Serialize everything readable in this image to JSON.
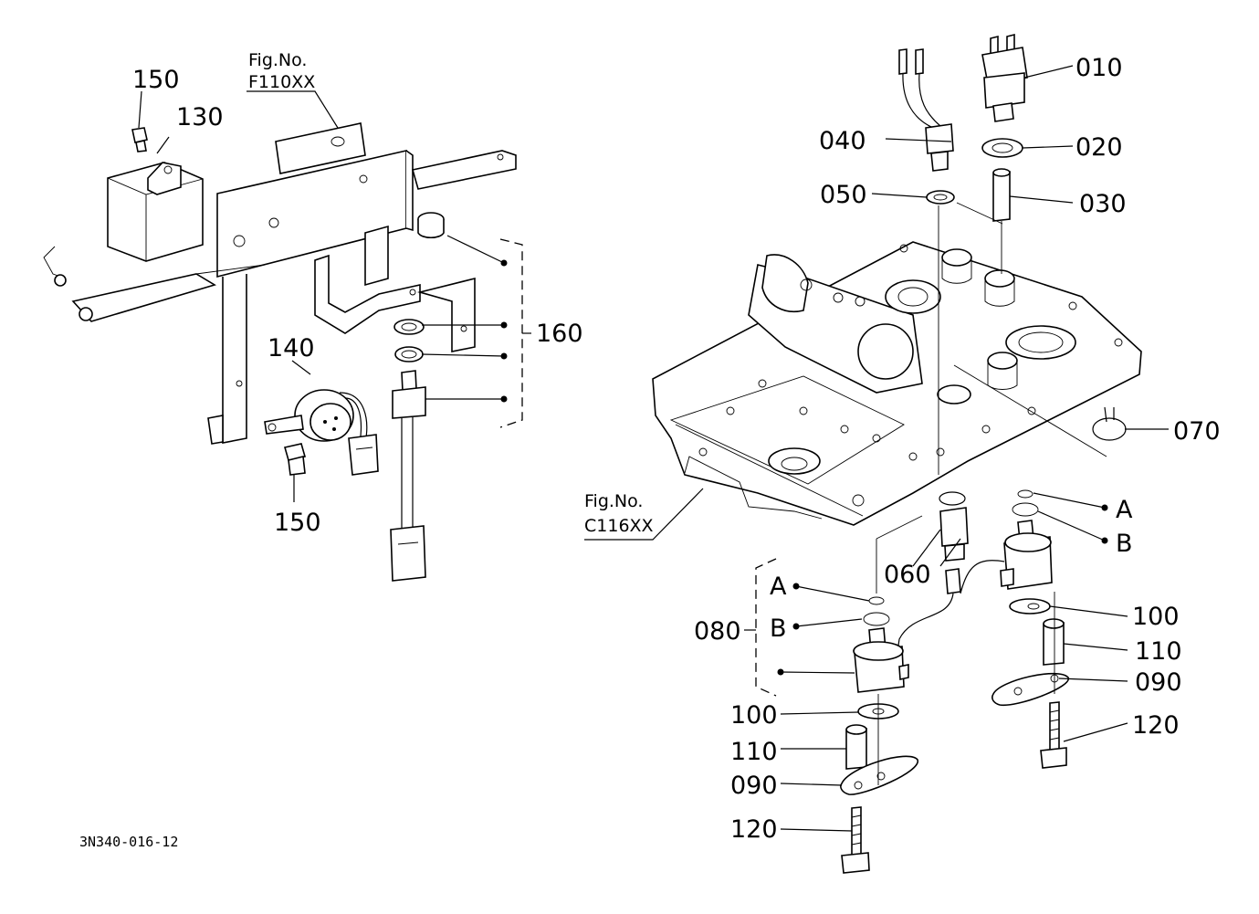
{
  "diagram": {
    "drawing_code": "3N340-016-12",
    "figure_refs": [
      {
        "fig_label": "Fig.No.",
        "fig_number": "F110XX"
      },
      {
        "fig_label": "Fig.No.",
        "fig_number": "C116XX"
      }
    ],
    "callouts": {
      "c010": "010",
      "c020": "020",
      "c030": "030",
      "c040": "040",
      "c050": "050",
      "c060": "060",
      "c070": "070",
      "c080": "080",
      "c090a": "090",
      "c090b": "090",
      "c100a": "100",
      "c100b": "100",
      "c110a": "110",
      "c110b": "110",
      "c120a": "120",
      "c120b": "120",
      "c130": "130",
      "c140": "140",
      "c150a": "150",
      "c150b": "150",
      "c160": "160",
      "ringA1": "A",
      "ringB1": "B",
      "ringA2": "A",
      "ringB2": "B"
    }
  }
}
